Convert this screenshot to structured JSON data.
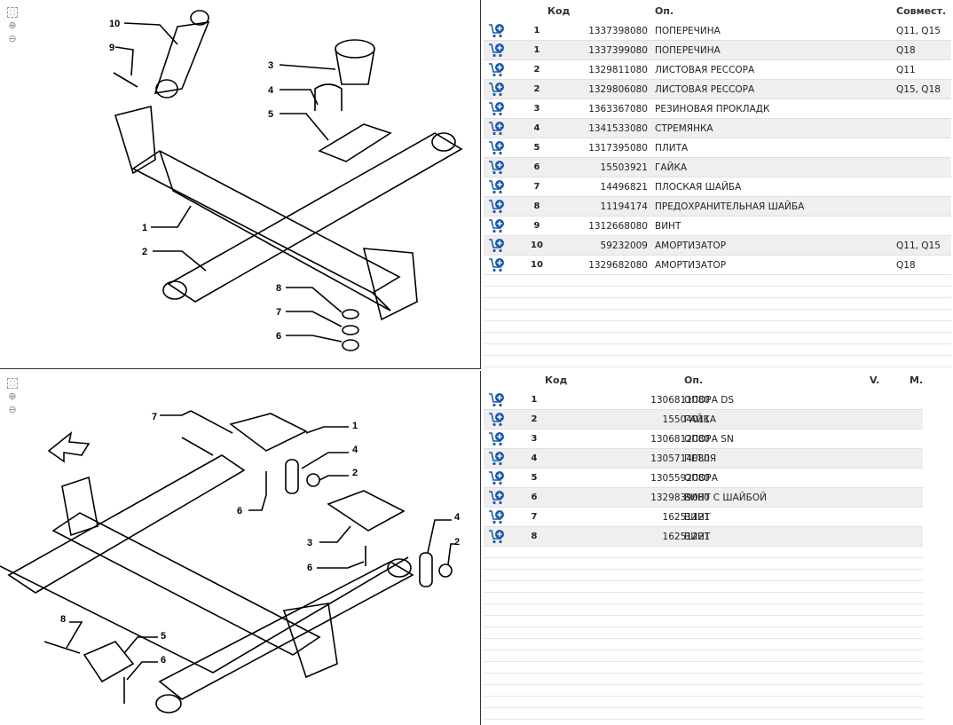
{
  "tools": {
    "fit_icon": "fit-page-icon",
    "zoom_in": "zoom-in-icon",
    "zoom_out": "zoom-out-icon"
  },
  "top_table": {
    "headers": {
      "code": "Код",
      "desc": "Оп.",
      "compat": "Совмест."
    },
    "rows": [
      {
        "pos": "1",
        "code": "1337398080",
        "desc": "ПОПЕРЕЧИНА",
        "compat": "Q11, Q15"
      },
      {
        "pos": "1",
        "code": "1337399080",
        "desc": "ПОПЕРЕЧИНА",
        "compat": "Q18"
      },
      {
        "pos": "2",
        "code": "1329811080",
        "desc": "ЛИСТОВАЯ РЕССОРА",
        "compat": "Q11"
      },
      {
        "pos": "2",
        "code": "1329806080",
        "desc": "ЛИСТОВАЯ РЕССОРА",
        "compat": "Q15, Q18"
      },
      {
        "pos": "3",
        "code": "1363367080",
        "desc": "РЕЗИНОВАЯ ПРОКЛАДК",
        "compat": ""
      },
      {
        "pos": "4",
        "code": "1341533080",
        "desc": "СТРЕМЯНКА",
        "compat": ""
      },
      {
        "pos": "5",
        "code": "1317395080",
        "desc": "ПЛИТА",
        "compat": ""
      },
      {
        "pos": "6",
        "code": "15503921",
        "desc": "ГАЙКА",
        "compat": ""
      },
      {
        "pos": "7",
        "code": "14496821",
        "desc": "ПЛОСКАЯ ШАЙБА",
        "compat": ""
      },
      {
        "pos": "8",
        "code": "11194174",
        "desc": "ПРЕДОХРАНИТЕЛЬНАЯ ШАЙБА",
        "compat": ""
      },
      {
        "pos": "9",
        "code": "1312668080",
        "desc": "ВИНТ",
        "compat": ""
      },
      {
        "pos": "10",
        "code": "59232009",
        "desc": "АМОРТИЗАТОР",
        "compat": "Q11, Q15"
      },
      {
        "pos": "10",
        "code": "1329682080",
        "desc": "АМОРТИЗАТОР",
        "compat": "Q18"
      }
    ]
  },
  "bottom_table": {
    "headers": {
      "code": "Код",
      "desc": "Оп.",
      "v": "V.",
      "m": "M."
    },
    "rows": [
      {
        "pos": "1",
        "code": "1306811080",
        "desc": "ОПОРА DS"
      },
      {
        "pos": "2",
        "code": "15504011",
        "desc": "ГАЙКА"
      },
      {
        "pos": "3",
        "code": "1306812080",
        "desc": "ОПОРА SN"
      },
      {
        "pos": "4",
        "code": "1305714080",
        "desc": "ПЕТЛЯ"
      },
      {
        "pos": "5",
        "code": "1305592080",
        "desc": "ОПОРА"
      },
      {
        "pos": "6",
        "code": "1329839080",
        "desc": "ВИНТ С ШАЙБОЙ"
      },
      {
        "pos": "7",
        "code": "16251121",
        "desc": "ВИНТ"
      },
      {
        "pos": "8",
        "code": "16251221",
        "desc": "ВИНТ"
      }
    ]
  },
  "top_diagram_labels": [
    "10",
    "9",
    "3",
    "4",
    "5",
    "1",
    "2",
    "8",
    "7",
    "6"
  ],
  "bottom_diagram_labels": [
    "7",
    "1",
    "4",
    "2",
    "6",
    "3",
    "6",
    "4",
    "2",
    "8",
    "5",
    "6"
  ],
  "colors": {
    "cart_icon": "#1a5aa8",
    "row_alt": "#efefef"
  }
}
